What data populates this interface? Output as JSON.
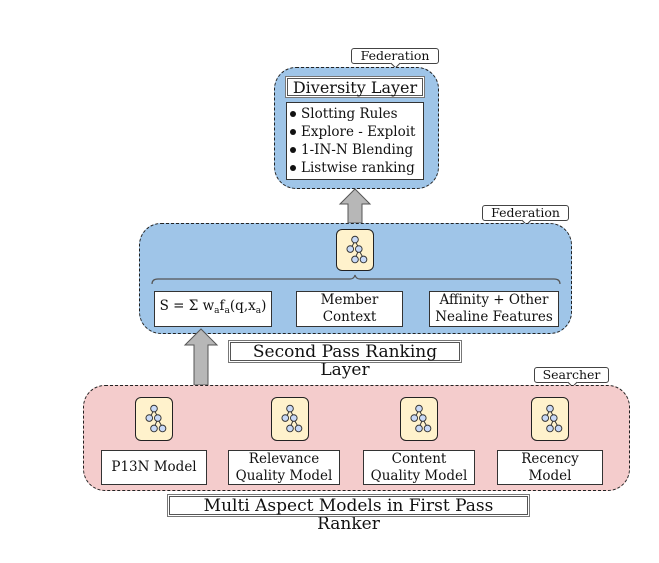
{
  "colors": {
    "second_pass_panel": "#9fc5e8",
    "first_pass_panel": "#f4cccc",
    "model_icon_bg": "#fff2cc",
    "tree_node": "#c9daf8",
    "arrow_fill": "#b7b7b7"
  },
  "diversity_layer": {
    "tag": "Federation",
    "title": "Diversity Layer",
    "items": [
      "Slotting Rules",
      "Explore - Exploit",
      "1-IN-N Blending",
      "Listwise ranking"
    ]
  },
  "second_pass": {
    "tag": "Federation",
    "icon": "tree-model-icon",
    "formula": {
      "prefix": "S = Σ w",
      "sub1": "a",
      "mid": "f",
      "sub2": "a",
      "args": "(q,x",
      "sub3": "a",
      "close": ")"
    },
    "boxes": [
      {
        "line1": "Member",
        "line2": "Context"
      },
      {
        "line1": "Affinity + Other",
        "line2": "Nealine Features"
      }
    ],
    "title": "Second Pass Ranking Layer"
  },
  "first_pass": {
    "tag": "Searcher",
    "models": [
      {
        "icon": "tree-model-icon",
        "line1": "P13N Model",
        "line2": ""
      },
      {
        "icon": "tree-model-icon",
        "line1": "Relevance",
        "line2": "Quality Model"
      },
      {
        "icon": "tree-model-icon",
        "line1": "Content",
        "line2": "Quality Model"
      },
      {
        "icon": "tree-model-icon",
        "line1": "Recency",
        "line2": "Model"
      }
    ],
    "title": "Multi Aspect Models in First Pass Ranker"
  }
}
